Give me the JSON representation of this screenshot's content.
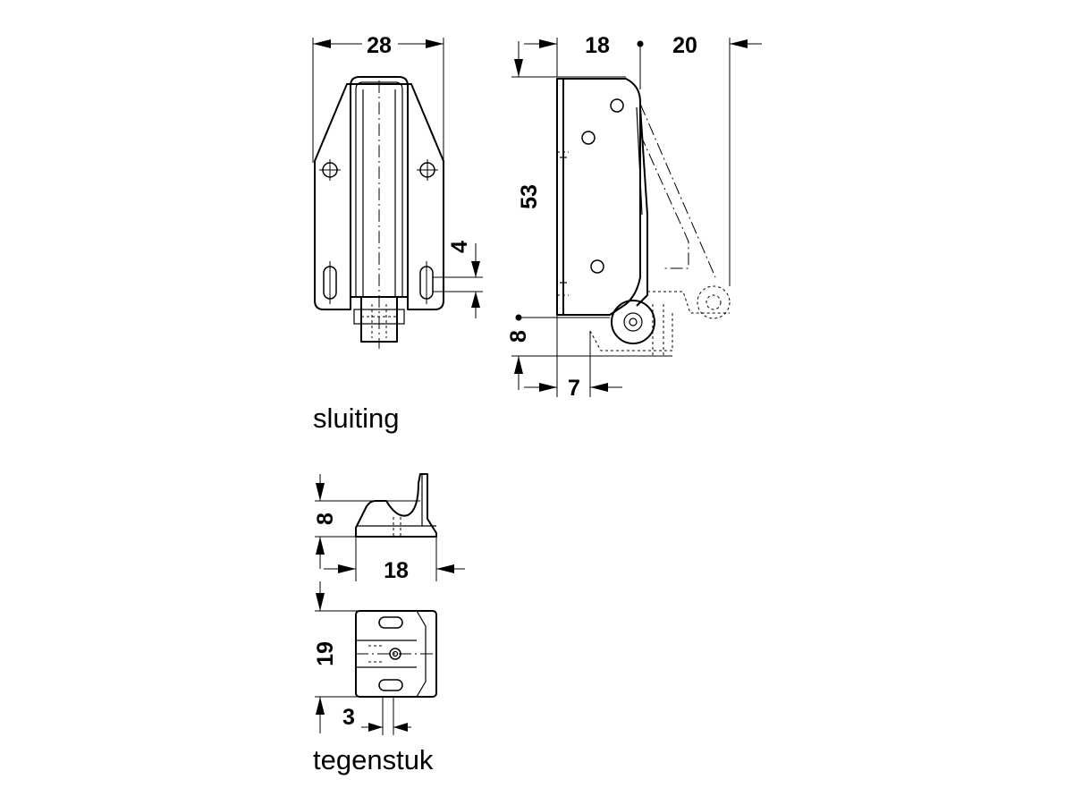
{
  "sluiting": {
    "caption": "sluiting",
    "dimensions": {
      "width": "28",
      "depth": "18",
      "swing": "20",
      "height": "53",
      "slot_offset": "4",
      "bottom_offset": "8",
      "hinge_offset": "7"
    }
  },
  "tegenstuk": {
    "caption": "tegenstuk",
    "dimensions": {
      "height": "8",
      "length": "18",
      "width": "19",
      "offset": "3"
    }
  }
}
